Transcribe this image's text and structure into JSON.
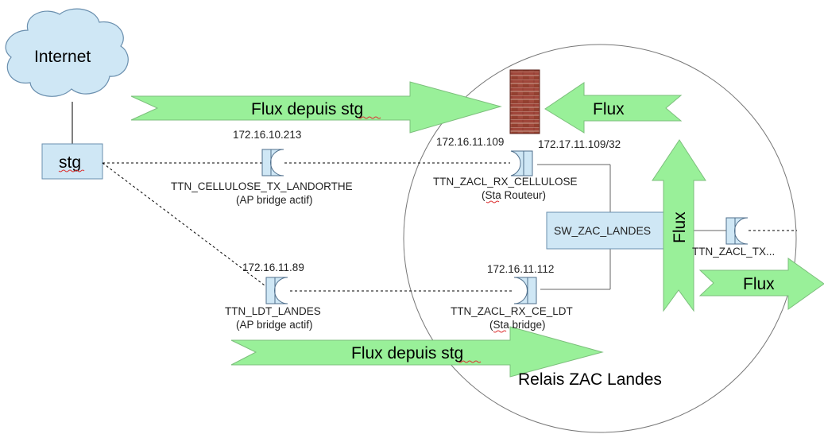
{
  "internet": {
    "label": "Internet"
  },
  "stg": {
    "label": "stg"
  },
  "firewall": {
    "icon": "firewall-brick-icon"
  },
  "switch": {
    "label": "SW_ZAC_LANDES"
  },
  "relais": {
    "label": "Relais ZAC Landes"
  },
  "flows": {
    "top_arrow": "Flux depuis stg",
    "firewall_arrow": "Flux",
    "vertical_arrow": "Flux",
    "right_arrow": "Flux",
    "bottom_arrow": "Flux depuis stg"
  },
  "antennas": {
    "cellulose_tx": {
      "ip": "172.16.10.213",
      "name": "TTN_CELLULOSE_TX_LANDORTHE",
      "role": "(AP bridge actif)"
    },
    "zacl_rx_cellulose": {
      "ip_left": "172.16.11.109",
      "ip_right": "172.17.11.109/32",
      "name": "TTN_ZACL_RX_CELLULOSE",
      "role": "(Sta Routeur)"
    },
    "ldt_landes": {
      "ip": "172.16.11.89",
      "name": "TTN_LDT_LANDES",
      "role": "(AP bridge actif)"
    },
    "zacl_rx_ce_ldt": {
      "ip": "172.16.11.112",
      "name": "TTN_ZACL_RX_CE_LDT",
      "role": "(Sta bridge)"
    },
    "zacl_tx": {
      "name": "TTN_ZACL_TX..."
    }
  },
  "colors": {
    "cloud_fill": "#cfe7f5",
    "box_fill": "#cfe7f5",
    "arrow_fill": "#99f099",
    "firewall_brick": "#8b3a2e",
    "line": "#000000"
  }
}
